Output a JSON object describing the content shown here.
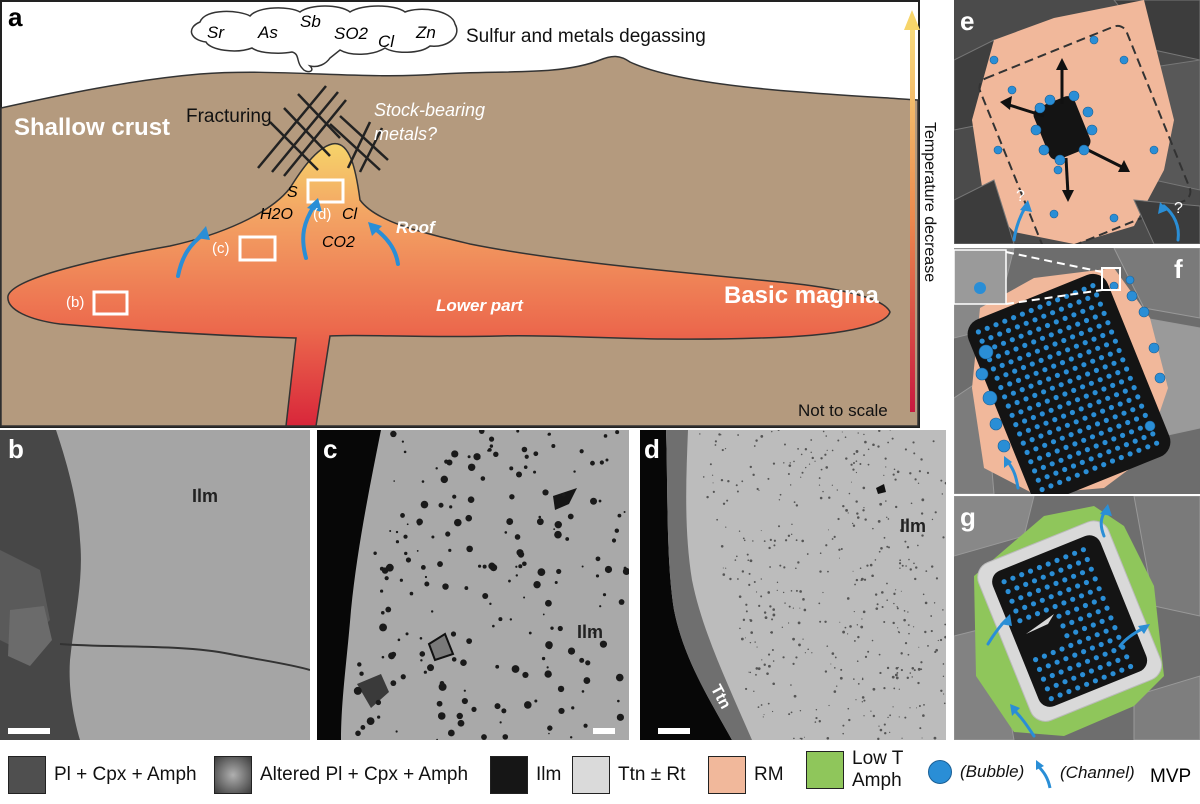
{
  "panels": {
    "a": "a",
    "b": "b",
    "c": "c",
    "d": "d",
    "e": "e",
    "f": "f",
    "g": "g"
  },
  "panel_a": {
    "species": [
      "Sr",
      "As",
      "Sb",
      "SO2",
      "Cl",
      "Zn"
    ],
    "degassing_label": "Sulfur and metals degassing",
    "shallow_crust": "Shallow crust",
    "fracturing": "Fracturing",
    "stock_line1": "Stock-bearing",
    "stock_line2": "metals?",
    "volatile_S": "S",
    "volatile_H2O": "H2O",
    "volatile_Cl": "Cl",
    "volatile_CO2": "CO2",
    "roof": "Roof",
    "lower_part": "Lower part",
    "basic_magma": "Basic magma",
    "box_b": "(b)",
    "box_c": "(c)",
    "box_d": "(d)",
    "not_to_scale": "Not to scale",
    "temperature": "Temperature decrease"
  },
  "micrographs": {
    "b_label": "Ilm",
    "c_label": "Ilm",
    "d_label": "Ilm",
    "d_rim": "Ttn"
  },
  "panel_e": {
    "q1": "?",
    "q2": "?"
  },
  "legend": [
    {
      "label": "Pl + Cpx + Amph",
      "color": "#4f4f4f"
    },
    {
      "label": "Altered Pl + Cpx + Amph",
      "color": "#8a8a8a"
    },
    {
      "label": "Ilm",
      "color": "#161616"
    },
    {
      "label": "Ttn ± Rt",
      "color": "#dadada"
    },
    {
      "label": "RM",
      "color": "#f1b89b"
    },
    {
      "label": "Low T Amph",
      "color": "#8fc65b"
    }
  ],
  "legend_mvp": {
    "bubble": "(Bubble)",
    "channel": "(Channel)",
    "mvp": "MVP"
  },
  "colors": {
    "crust": "#b49a7e",
    "magma_hot": "#d72b3a",
    "magma_cool": "#f4a867",
    "bubble": "#2a8ed6",
    "rm": "#f1b89b",
    "low_t_amph": "#8fc65b"
  }
}
